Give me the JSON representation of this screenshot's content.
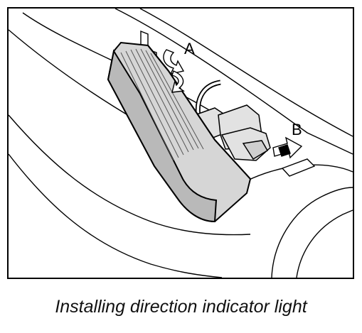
{
  "figure": {
    "caption": "Installing direction indicator light",
    "labels": {
      "a": "A",
      "b": "B"
    }
  },
  "colors": {
    "outline": "#000000",
    "lamp_fill": "#d6d6d6",
    "lamp_shade": "#b9b9b9",
    "connector_fill": "#e2e2e2",
    "background": "#ffffff"
  }
}
